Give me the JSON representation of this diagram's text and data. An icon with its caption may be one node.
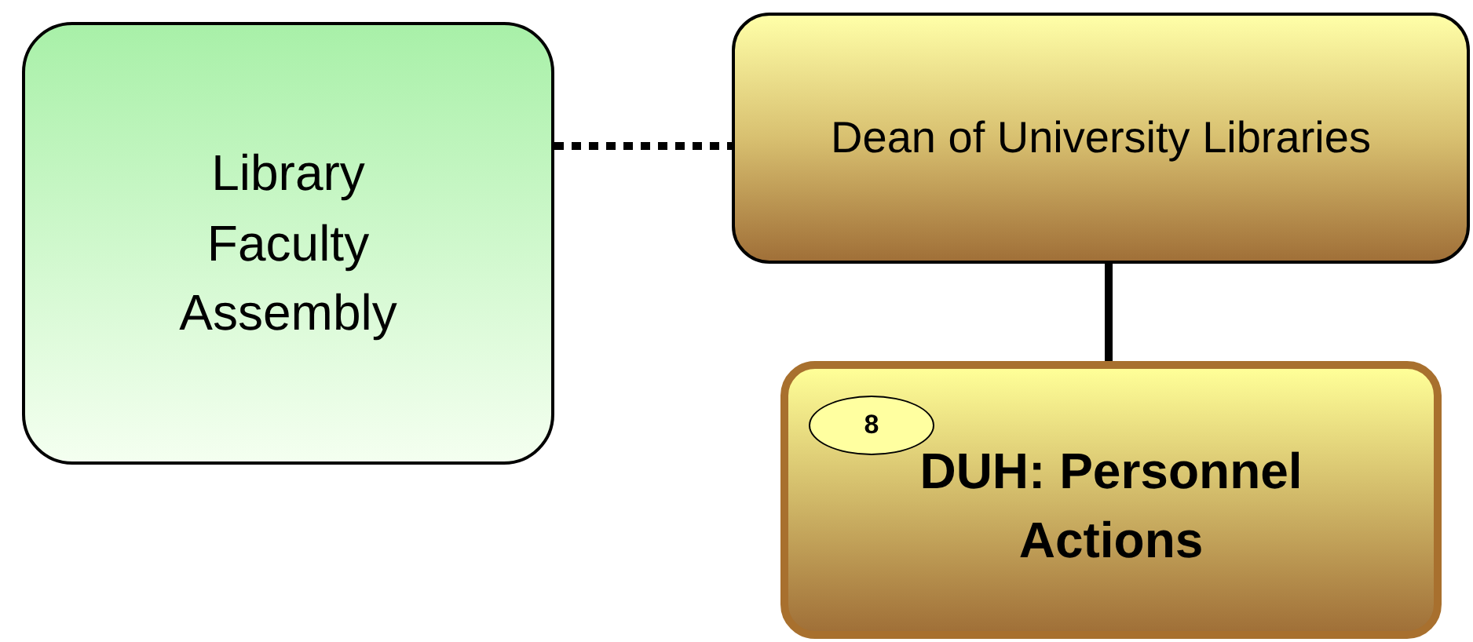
{
  "diagram": {
    "nodes": [
      {
        "text": [
          "Library Faculty Assembly"
        ]
      },
      {
        "text": [
          "Dean of University Libraries"
        ]
      },
      {
        "text": [
          "DUH: Personnel Actions"
        ]
      },
      {
        "text": [
          "8"
        ],
        "in": 2
      }
    ],
    "edges": [
      {
        "from": 0,
        "to": 1,
        "arrow": "none",
        "style": "dashed"
      },
      {
        "from": 1,
        "to": 2,
        "arrow": "none"
      }
    ]
  }
}
